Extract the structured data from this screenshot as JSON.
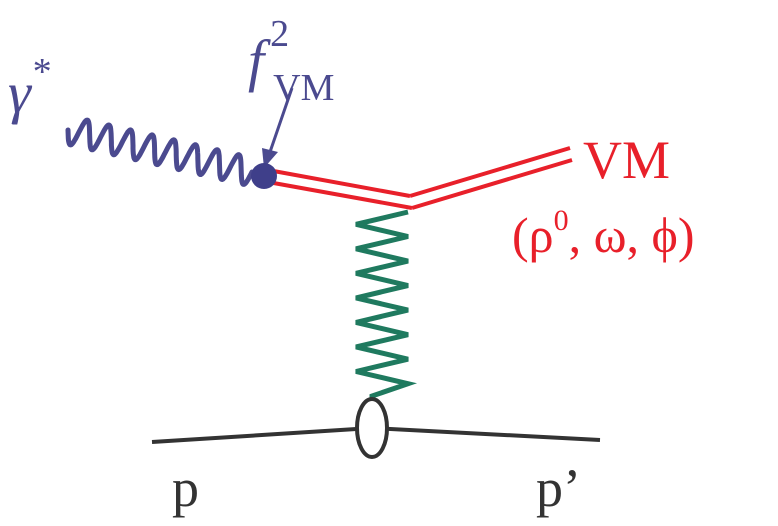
{
  "labels": {
    "photon": "γ",
    "photon_sup": "*",
    "coupling": "f",
    "coupling_sup": "2",
    "coupling_sub": "VM",
    "vm": "VM",
    "vm_species_open": "(ρ",
    "vm_species_sup": "0",
    "vm_species_rest": ", ω, ϕ)",
    "proton_in": "p",
    "proton_out": "p’"
  },
  "colors": {
    "photon": "#4b4a8f",
    "vm": "#e8202a",
    "pomeron": "#1f7a5f",
    "proton": "#333333",
    "vertex_dot": "#3f3f8a"
  }
}
